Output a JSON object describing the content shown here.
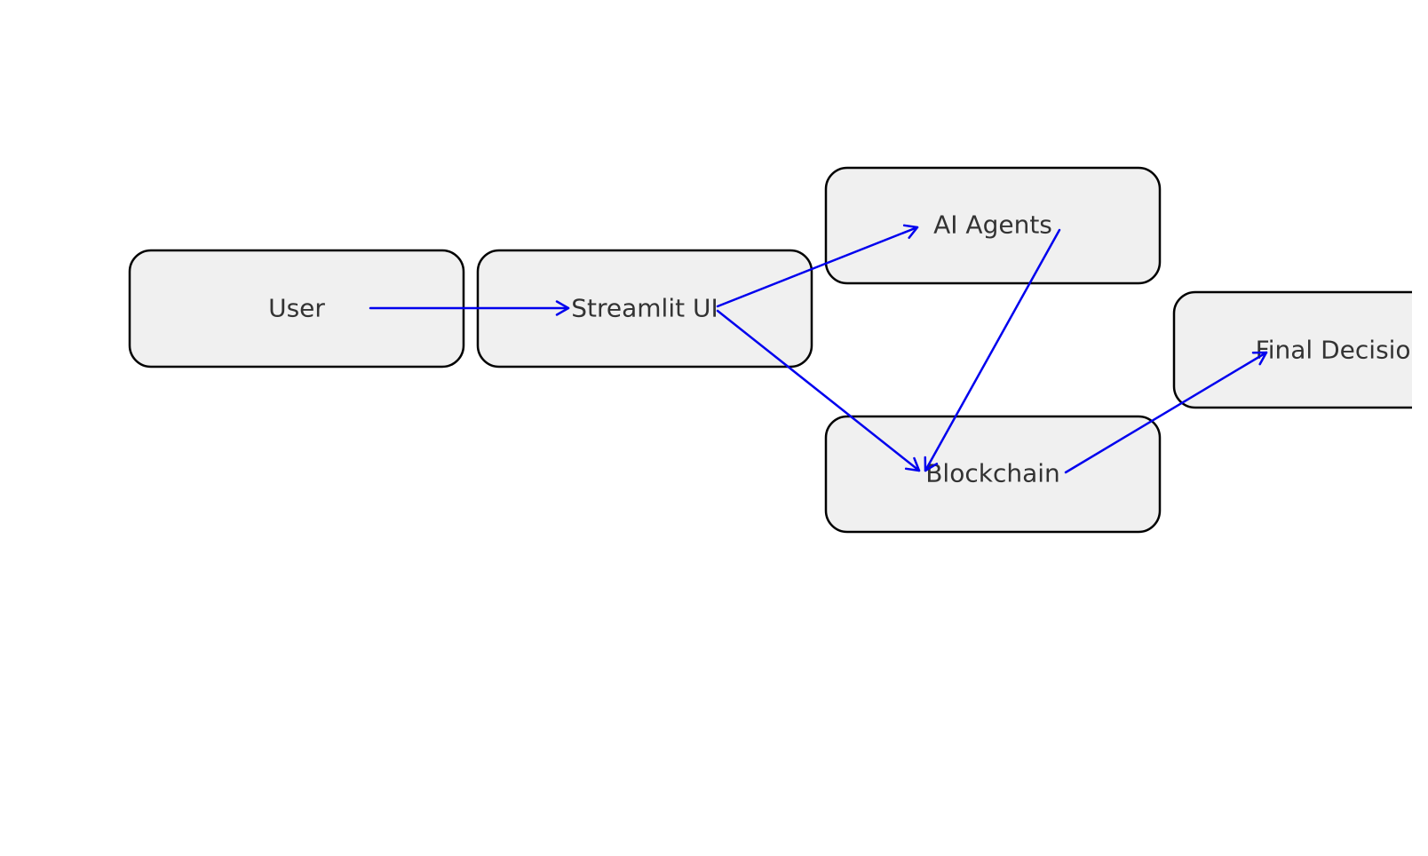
{
  "colors": {
    "node_fill": "#f0f0f0",
    "node_border": "#000000",
    "label_text": "#333333",
    "arrow": "#0000ee",
    "background": "#ffffff"
  },
  "nodes": {
    "user": {
      "label": "User"
    },
    "streamlit_ui": {
      "label": "Streamlit UI"
    },
    "ai_agents": {
      "label": "AI Agents"
    },
    "blockchain": {
      "label": "Blockchain"
    },
    "final_decision": {
      "label": "Final Decision"
    }
  },
  "edges": [
    {
      "from": "user",
      "to": "streamlit_ui"
    },
    {
      "from": "streamlit_ui",
      "to": "ai_agents"
    },
    {
      "from": "streamlit_ui",
      "to": "blockchain"
    },
    {
      "from": "ai_agents",
      "to": "blockchain"
    },
    {
      "from": "blockchain",
      "to": "final_decision"
    }
  ]
}
